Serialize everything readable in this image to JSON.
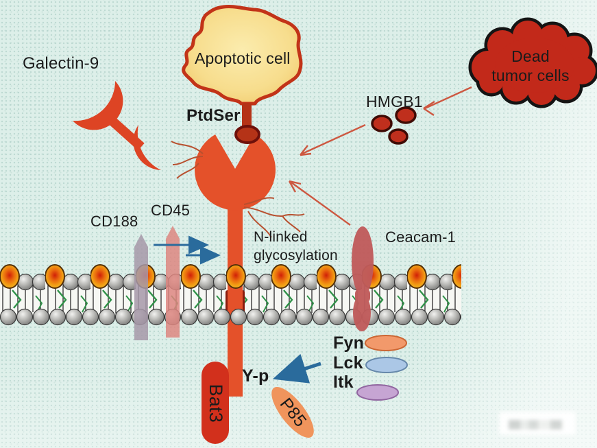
{
  "labels": {
    "apoptotic_cell": "Apoptotic cell",
    "galectin9": "Galectin-9",
    "ptdser": "PtdSer",
    "hmgb1": "HMGB1",
    "dead_tumor_line1": "Dead",
    "dead_tumor_line2": "tumor cells",
    "cd188": "CD188",
    "cd45": "CD45",
    "n_linked_line1": "N-linked",
    "n_linked_line2": "glycosylation",
    "ceacam1": "Ceacam-1",
    "fyn": "Fyn",
    "lck": "Lck",
    "itk": "Itk",
    "yp": "Y-p",
    "bat3": "Bat3",
    "p85": "P85"
  },
  "colors": {
    "receptor": "#e4512a",
    "transmembrane_dark": "#8a1c0e",
    "galectin": "#dd4424",
    "apoptotic_border": "#c23318",
    "lollipop_fill": "#b53317",
    "lollipop_stroke": "#6e100a",
    "cloud_fill": "#c2291a",
    "cloud_stroke": "#141414",
    "hmgb1_fill": "#bf2f1d",
    "hmgb1_stroke": "#3f0b05",
    "cd188_fill": "#a698a8",
    "cd45_fill": "#dd8680",
    "ceacam_fill": "#c05b5b",
    "bat3_fill": "#d2301c",
    "p85_fill": "#f0945c",
    "p85_stroke": "#dd7a40",
    "fyn_fill": "#f2996b",
    "fyn_stroke": "#cc6633",
    "lck_fill": "#abc7e6",
    "lck_stroke": "#6688aa",
    "itk_fill": "#c6a5d3",
    "itk_stroke": "#9166a0",
    "arrow_red": "#cd5740",
    "arrow_blue": "#2a6b9c",
    "glycan": "#b8502f"
  }
}
